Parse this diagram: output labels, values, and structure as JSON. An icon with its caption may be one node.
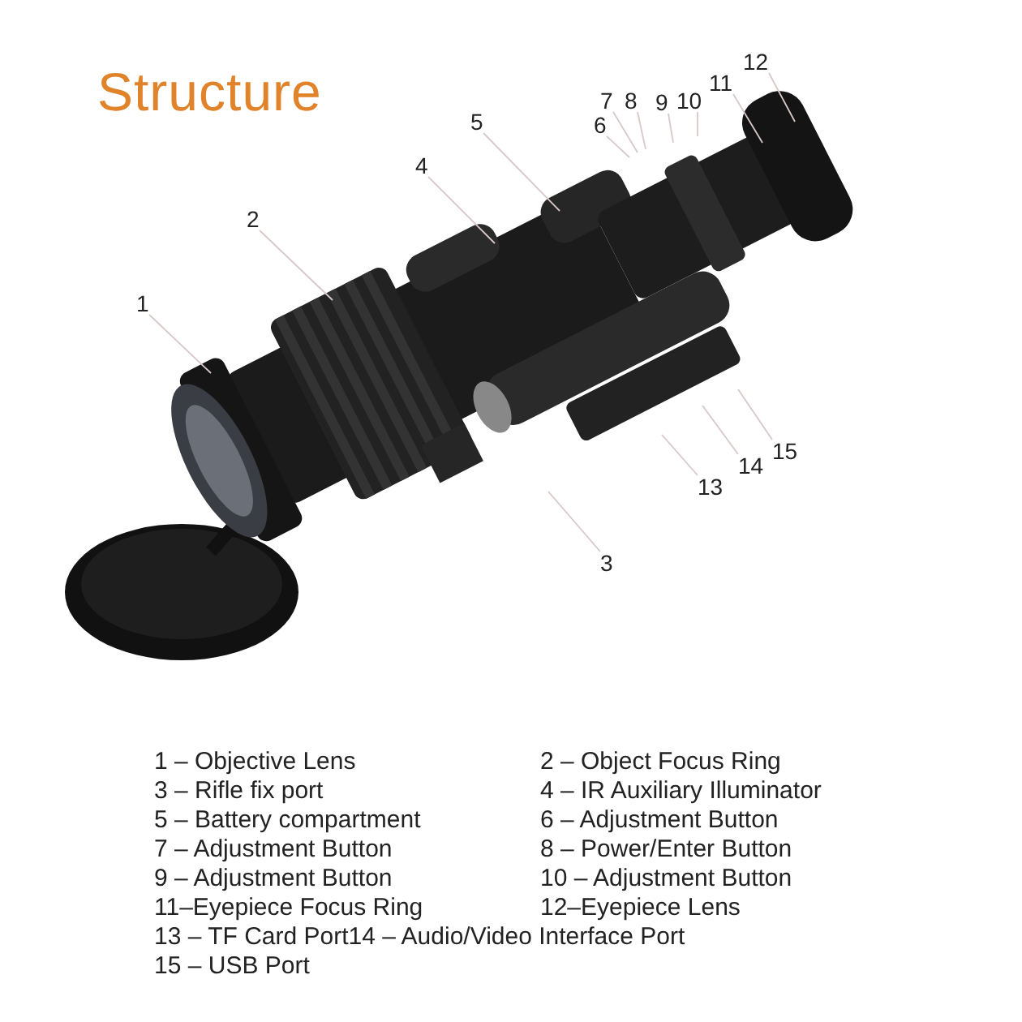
{
  "diagram": {
    "title": "Structure",
    "nodes": [
      {
        "text": [
          "1"
        ]
      },
      {
        "text": [
          "2"
        ]
      },
      {
        "text": [
          "3"
        ]
      },
      {
        "text": [
          "4"
        ]
      },
      {
        "text": [
          "5"
        ]
      },
      {
        "text": [
          "6"
        ]
      },
      {
        "text": [
          "7"
        ]
      },
      {
        "text": [
          "8"
        ]
      },
      {
        "text": [
          "9"
        ]
      },
      {
        "text": [
          "10"
        ]
      },
      {
        "text": [
          "11"
        ]
      },
      {
        "text": [
          "12"
        ]
      },
      {
        "text": [
          "13"
        ]
      },
      {
        "text": [
          "14"
        ]
      },
      {
        "text": [
          "15"
        ]
      }
    ],
    "edges": [
      {
        "from": 0,
        "to": null,
        "arrow": "none"
      },
      {
        "from": 1,
        "to": null,
        "arrow": "none"
      },
      {
        "from": 2,
        "to": null,
        "arrow": "none"
      },
      {
        "from": 3,
        "to": null,
        "arrow": "none"
      },
      {
        "from": 4,
        "to": null,
        "arrow": "none"
      },
      {
        "from": 5,
        "to": null,
        "arrow": "none"
      },
      {
        "from": 6,
        "to": null,
        "arrow": "none"
      },
      {
        "from": 7,
        "to": null,
        "arrow": "none"
      },
      {
        "from": 8,
        "to": null,
        "arrow": "none"
      },
      {
        "from": 9,
        "to": null,
        "arrow": "none"
      },
      {
        "from": 10,
        "to": null,
        "arrow": "none"
      },
      {
        "from": 11,
        "to": null,
        "arrow": "none"
      },
      {
        "from": 12,
        "to": null,
        "arrow": "none"
      },
      {
        "from": 13,
        "to": null,
        "arrow": "none"
      },
      {
        "from": 14,
        "to": null,
        "arrow": "none"
      }
    ],
    "labels": [
      "1 – Objective Lens",
      "2 – Object Focus Ring",
      "3 – Rifle fix port",
      "4 – IR Auxiliary Illuminator",
      "5 – Battery compartment",
      "6 – Adjustment Button",
      "7 – Adjustment Button",
      "8 – Power/Enter Button",
      "9 – Adjustment Button",
      "10 – Adjustment Button",
      "11–Eyepiece Focus Ring",
      "12–Eyepiece Lens",
      "13 – TF Card Port14 – Audio/Video Interface Port",
      "15 – USB Port"
    ]
  }
}
